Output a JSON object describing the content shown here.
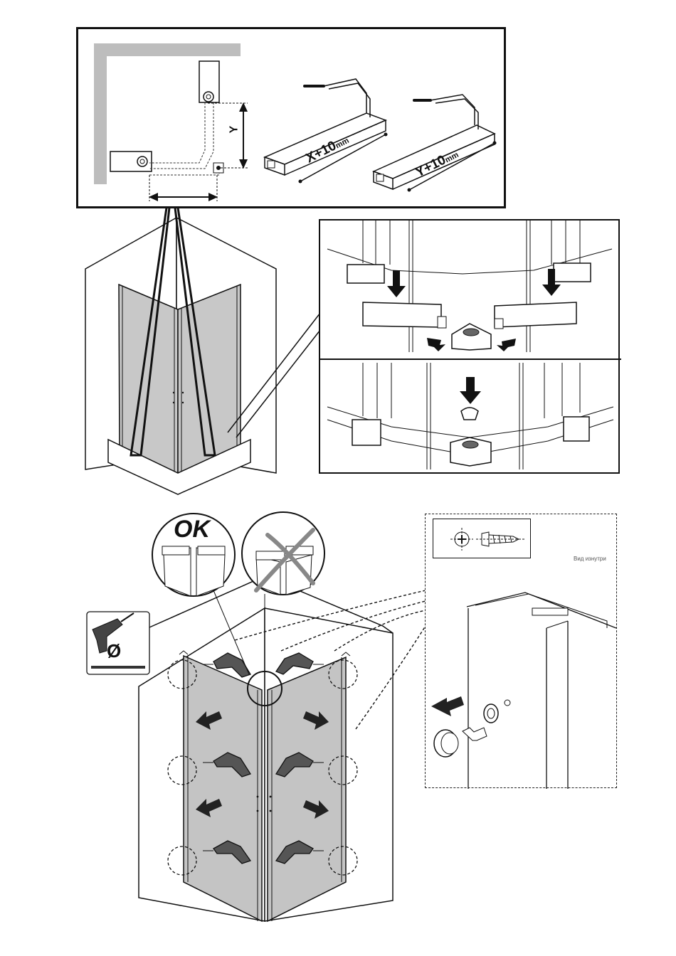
{
  "top_panel": {
    "dimension_labels": {
      "y_axis": "Y",
      "x_cut": "X+10",
      "y_cut": "Y+10",
      "unit": "mm"
    }
  },
  "fix_panel": {
    "ok_label": "OK",
    "drill_symbol": "Ø",
    "inside_view_label": "Вид изнутри"
  }
}
